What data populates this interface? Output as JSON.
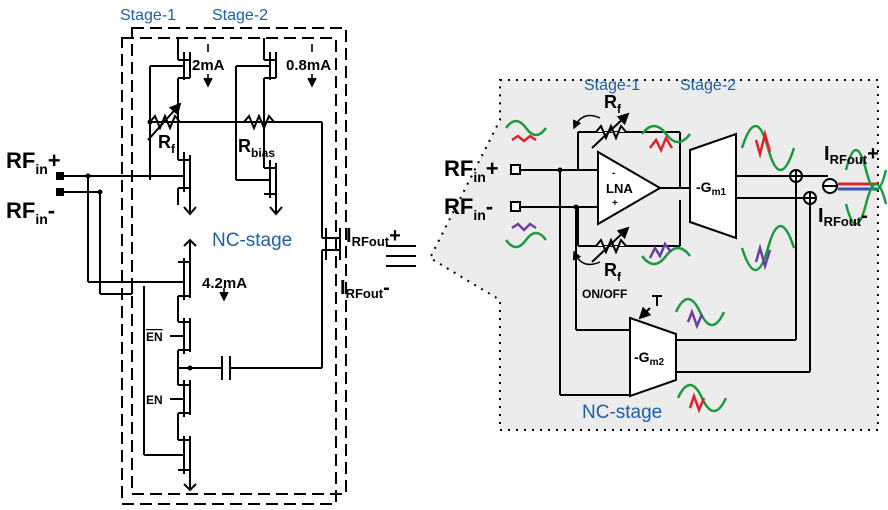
{
  "left_schematic": {
    "stage1_label": "Stage-1",
    "stage2_label": "Stage-2",
    "current_stage1": "2mA",
    "current_stage2": "0.8mA",
    "rf_label": "R",
    "rf_sub": "f",
    "rbias_label": "R",
    "rbias_sub": "bias",
    "rfin_plus_main": "RF",
    "rfin_plus_sub": "in",
    "rfin_plus_sign": "+",
    "rfin_minus_main": "RF",
    "rfin_minus_sub": "in",
    "rfin_minus_sign": "-",
    "nc_stage_label": "NC-stage",
    "current_nc": "4.2mA",
    "en_bar_label": "EN",
    "en_label": "EN",
    "irfout_plus_main": "I",
    "irfout_plus_sub": "RFout",
    "irfout_plus_sign": "+",
    "irfout_minus_main": "I",
    "irfout_minus_sub": "RFout",
    "irfout_minus_sign": "-"
  },
  "right_block": {
    "stage1_label": "Stage-1",
    "stage2_label": "Stage-2",
    "rf_top_label": "R",
    "rf_top_sub": "f",
    "rf_bottom_label": "R",
    "rf_bottom_sub": "f",
    "rfin_plus_main": "RF",
    "rfin_plus_sub": "in",
    "rfin_plus_sign": "+",
    "rfin_minus_main": "RF",
    "rfin_minus_sub": "in",
    "rfin_minus_sign": "-",
    "lna_label": "LNA",
    "lna_minus": "-",
    "lna_plus": "+",
    "gm1_main": "-G",
    "gm1_sub": "m1",
    "gm2_main": "-G",
    "gm2_sub": "m2",
    "onoff_label": "ON/OFF",
    "nc_stage_label": "NC-stage",
    "irfout_plus_main": "I",
    "irfout_plus_sub": "RFout",
    "irfout_plus_sign": "+",
    "irfout_minus_main": "I",
    "irfout_minus_sub": "RFout",
    "irfout_minus_sign": "-"
  },
  "colors": {
    "label_blue": "#1f5fa8",
    "signal_green": "#1a9a3a",
    "signal_red": "#e0202a",
    "signal_purple": "#6a3fa0",
    "panel_gray": "#ececec",
    "output_bus_red": "#d8262a",
    "output_bus_blue": "#3a4ec0"
  }
}
